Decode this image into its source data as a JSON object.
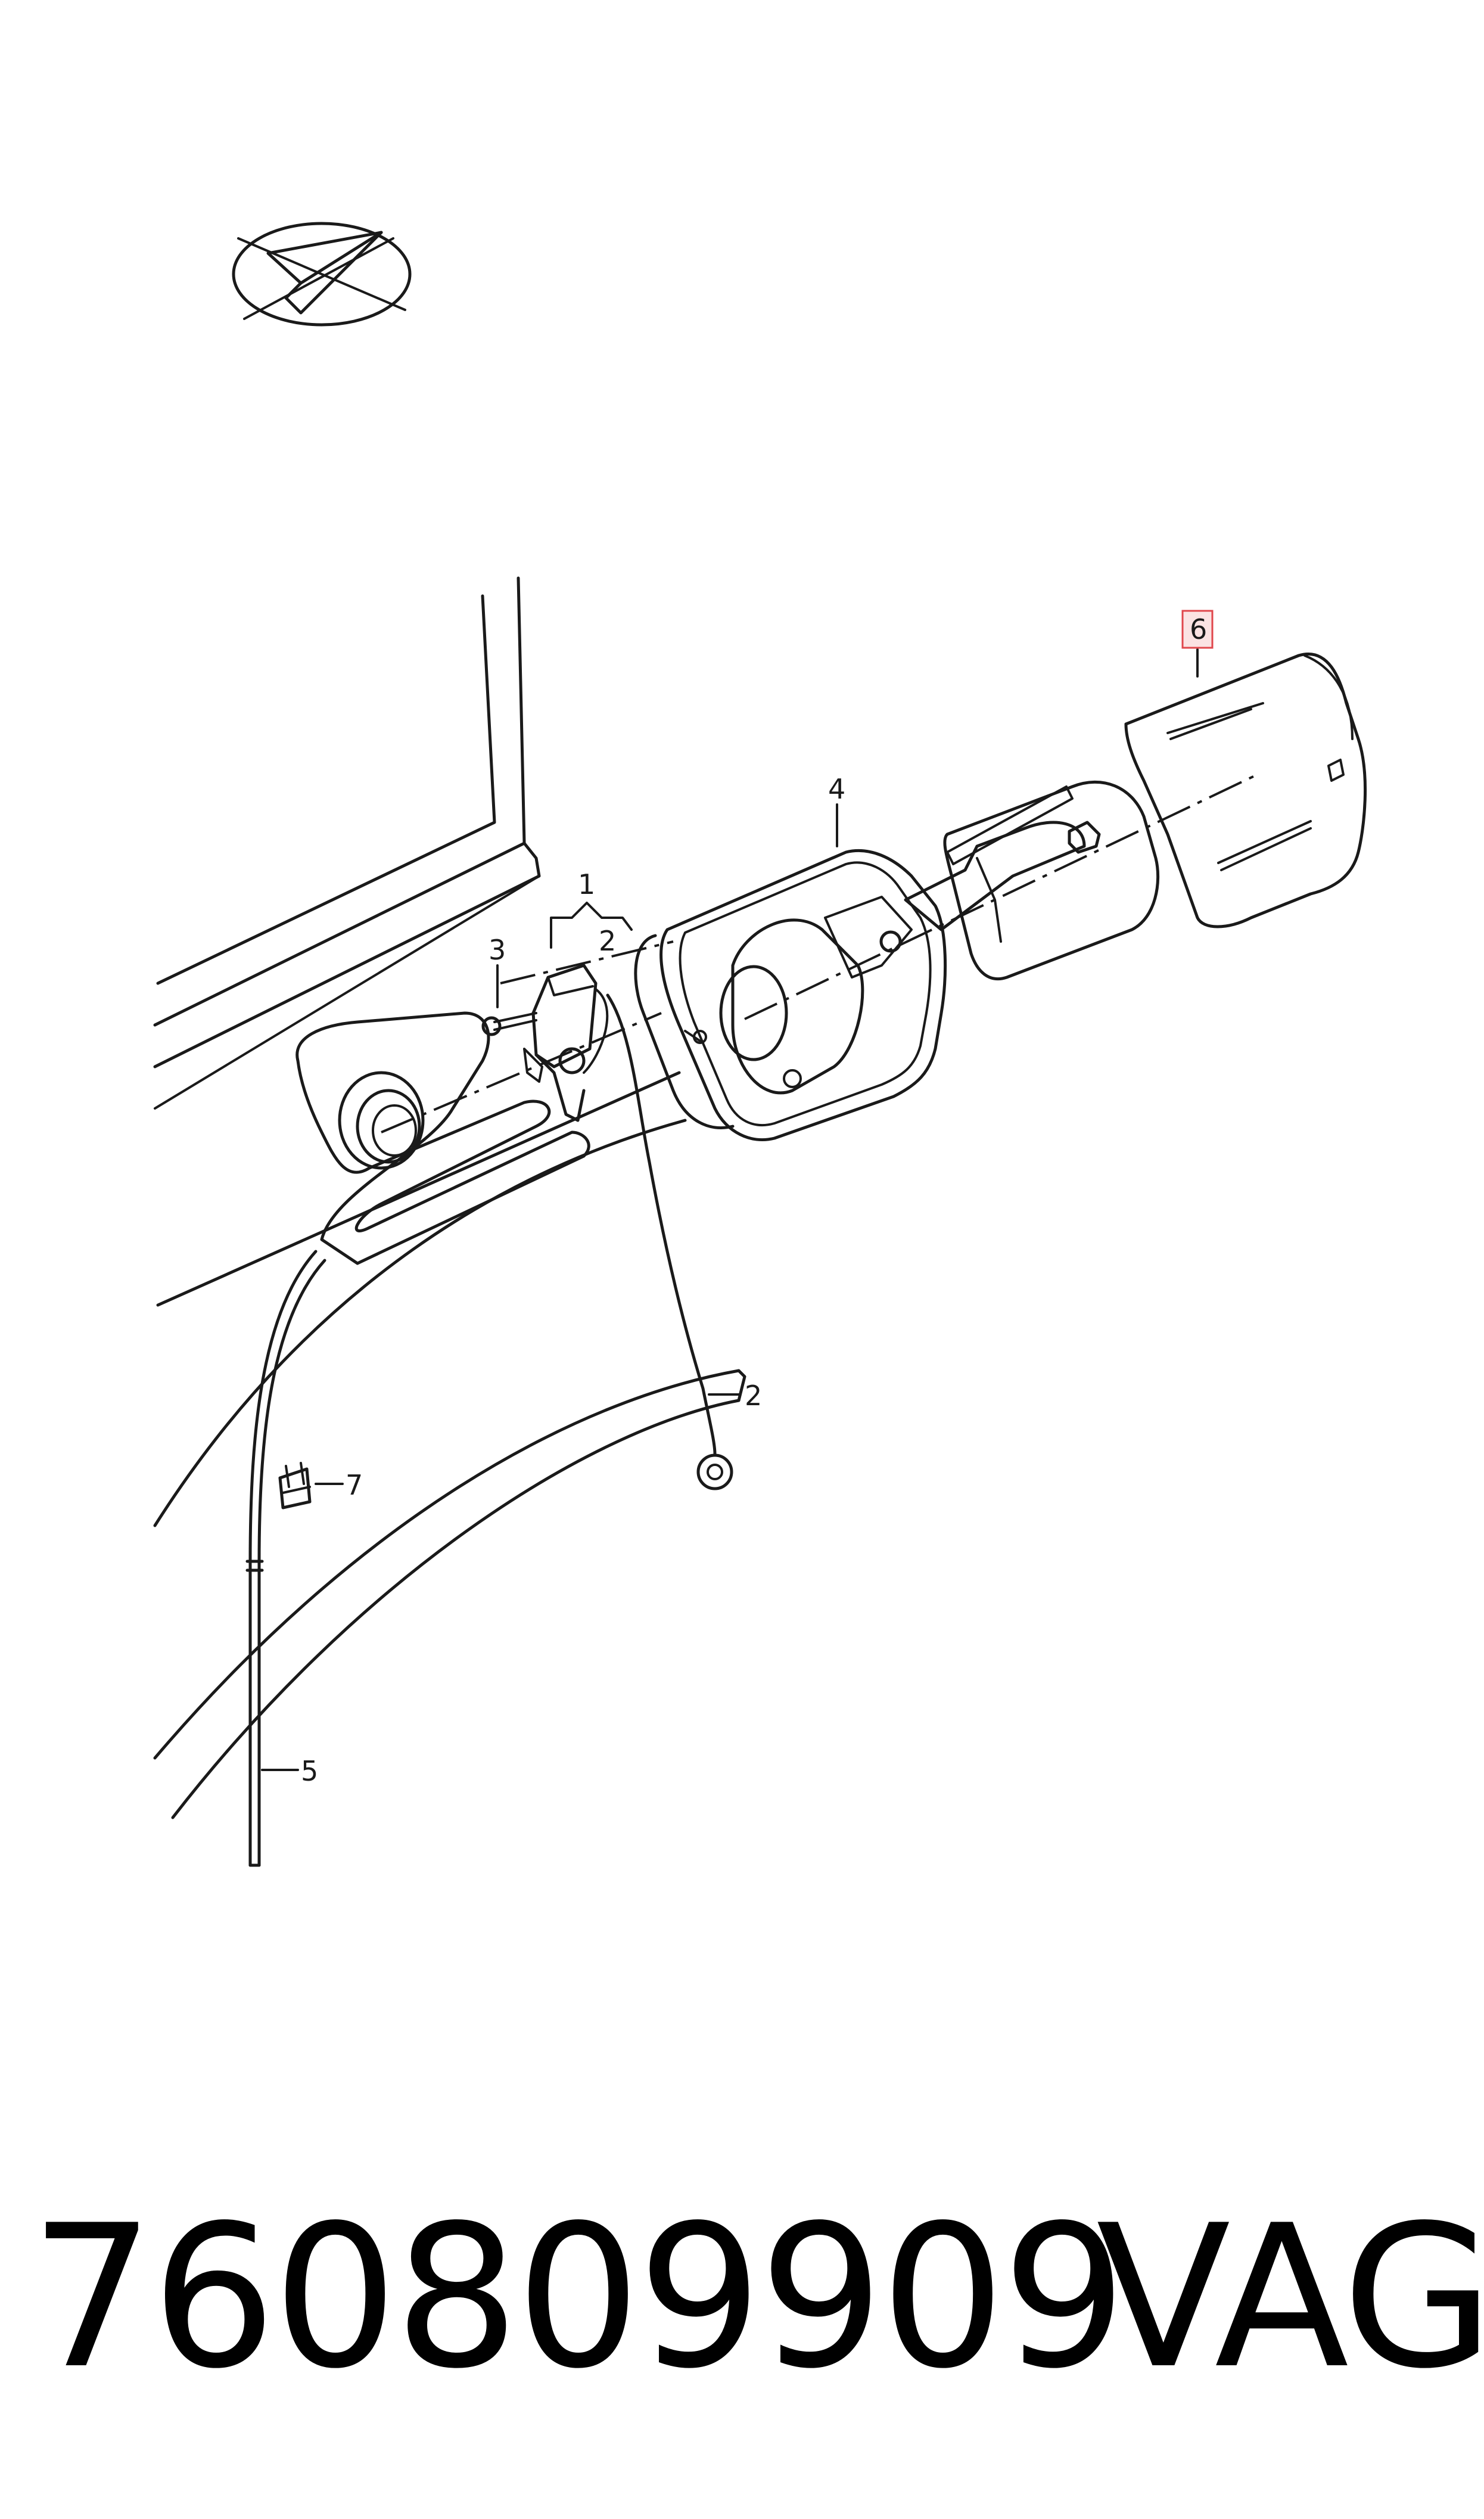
{
  "callouts": {
    "c1": "1",
    "c2a": "2",
    "c2b": "2",
    "c3": "3",
    "c4": "4",
    "c5": "5",
    "c6": "6",
    "c7": "7"
  },
  "highlight_color": "#e0474c",
  "footer": {
    "part_number": "760809909",
    "brand": "VAG"
  }
}
